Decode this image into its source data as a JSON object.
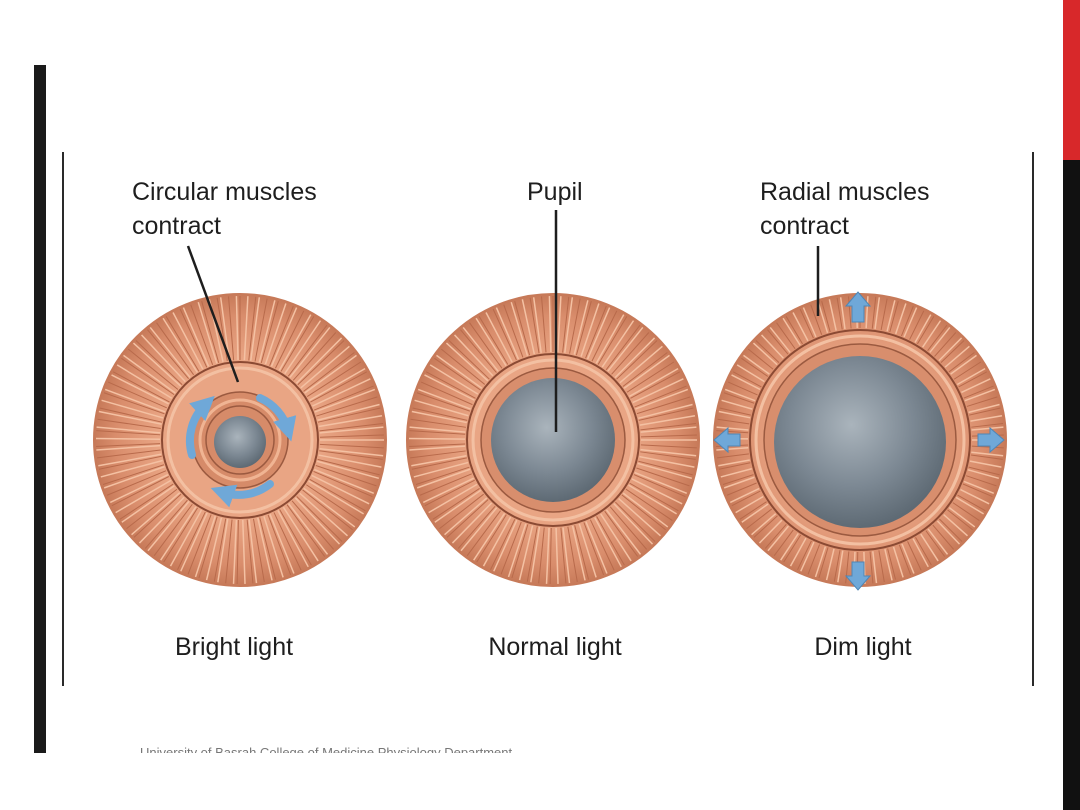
{
  "diagram": {
    "callouts": {
      "circular_line1": "Circular muscles",
      "circular_line2": "contract",
      "pupil": "Pupil",
      "radial_line1": "Radial muscles",
      "radial_line2": "contract"
    },
    "captions": {
      "bright": "Bright light",
      "normal": "Normal light",
      "dim": "Dim light"
    },
    "credit": "University of Basrah College of Medicine Physiology Department"
  },
  "colors": {
    "iris": "#d98d6c",
    "iris_light": "#f0b493",
    "iris_dark": "#b86a4b",
    "pupil": "#7a8792",
    "arrow": "#6fa8d8",
    "accent_red": "#d8282a"
  },
  "icons": [
    "circular-arrow-icon",
    "outward-arrow-icon"
  ]
}
